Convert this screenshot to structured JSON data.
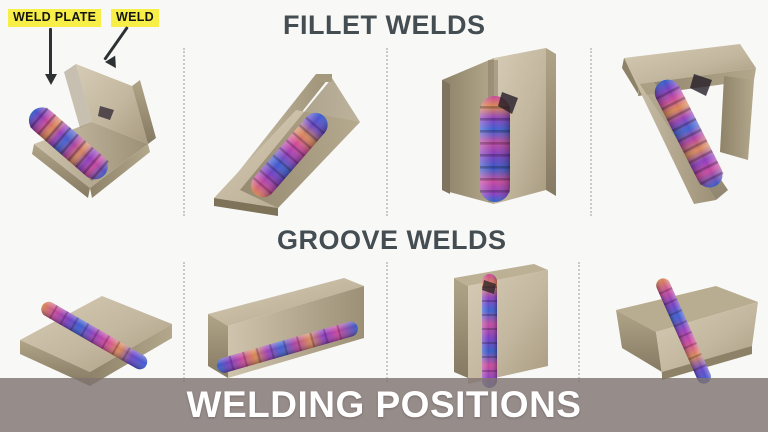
{
  "page": {
    "title": "WELDING POSITIONS",
    "background_color": "#f8f8f6"
  },
  "callouts": [
    {
      "id": "weld-plate",
      "label": "WELD PLATE",
      "highlight_color": "#f7ef47",
      "arrow": "down"
    },
    {
      "id": "weld",
      "label": "WELD",
      "highlight_color": "#f7ef47",
      "arrow": "down-left"
    }
  ],
  "sections": [
    {
      "id": "fillet",
      "header": "FILLET WELDS",
      "header_color": "#444e52",
      "figures": [
        {
          "id": "fillet-flat",
          "name": "fillet-weld-flat-position",
          "joint": "lap-corner joint, flat position"
        },
        {
          "id": "fillet-horizontal",
          "name": "fillet-weld-horizontal-position",
          "joint": "T-joint, horizontal position"
        },
        {
          "id": "fillet-vertical",
          "name": "fillet-weld-vertical-position",
          "joint": "T-joint, vertical position"
        },
        {
          "id": "fillet-overhead",
          "name": "fillet-weld-overhead-position",
          "joint": "T-joint, overhead position"
        }
      ]
    },
    {
      "id": "groove",
      "header": "GROOVE WELDS",
      "header_color": "#444e52",
      "figures": [
        {
          "id": "groove-flat",
          "name": "groove-weld-flat-position",
          "joint": "butt joint, flat position"
        },
        {
          "id": "groove-horizontal",
          "name": "groove-weld-horizontal-position",
          "joint": "butt joint, horizontal position"
        },
        {
          "id": "groove-vertical",
          "name": "groove-weld-vertical-position",
          "joint": "butt joint, vertical position"
        },
        {
          "id": "groove-overhead",
          "name": "groove-weld-overhead-position",
          "joint": "butt joint, overhead position"
        }
      ]
    }
  ],
  "colors": {
    "plate_light": "#cdc2ab",
    "plate_mid": "#b5a991",
    "plate_dark": "#8d8168",
    "plate_edge": "#6f6553",
    "bead_blue": "#3a5fd0",
    "bead_purple": "#8b3fc0",
    "bead_magenta": "#d04a9a",
    "bead_orange": "#d98a55",
    "title_overlay": "rgba(128,116,114,0.82)",
    "divider": "#c9cbc8",
    "arrow": "#2e3134"
  },
  "dividers": {
    "top_row": [
      183,
      386,
      590
    ],
    "bottom_row": [
      183,
      386,
      578
    ]
  }
}
